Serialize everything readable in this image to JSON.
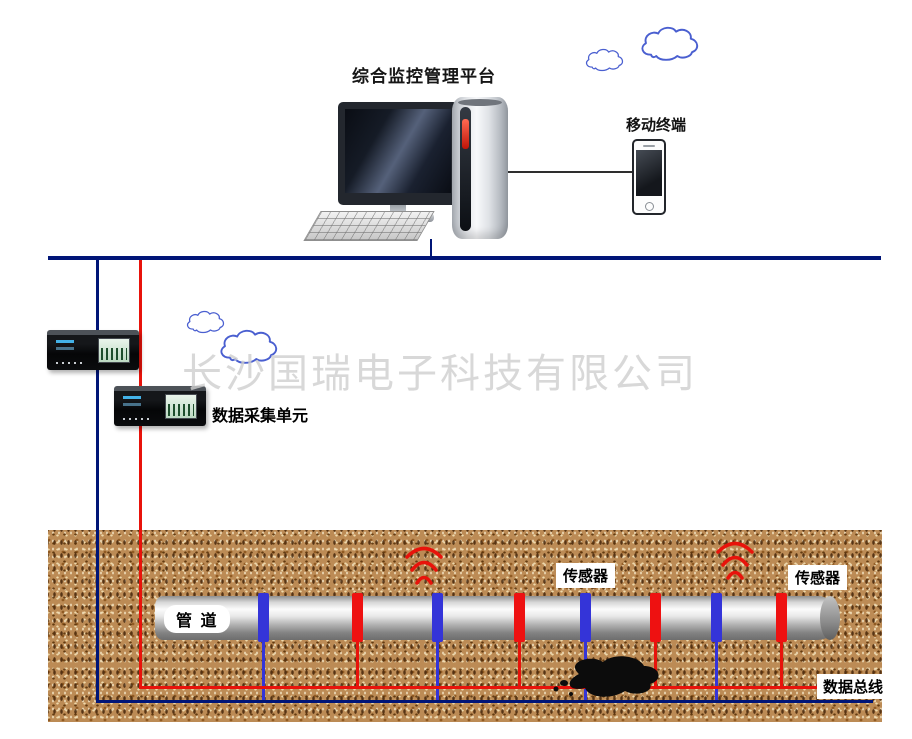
{
  "labels": {
    "platform_title": "综合监控管理平台",
    "mobile_terminal": "移动终端",
    "daq_unit": "数据采集单元",
    "watermark": "长沙国瑞电子科技有限公司",
    "pipeline": "管 道",
    "sensors": [
      "传感器",
      "传感器"
    ],
    "data_bus": "数据总线"
  },
  "colors": {
    "bus_navy": "#001577",
    "signal_red": "#e8130b",
    "stripe_blue": "#3434d8",
    "stripe_red": "#ee1111",
    "ground_brown": "#bc8b55",
    "watermark_gray": "#cfcfcf",
    "cloud_outline": "#4a5fd0"
  }
}
